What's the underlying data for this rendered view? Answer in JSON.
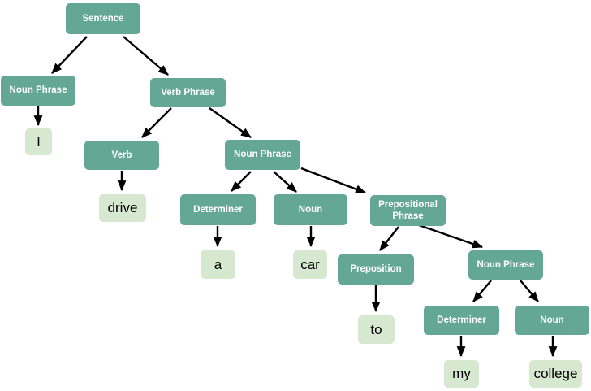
{
  "nodes": {
    "sentence": "Sentence",
    "np1": "Noun Phrase",
    "vp": "Verb Phrase",
    "verb": "Verb",
    "np2": "Noun Phrase",
    "det1": "Determiner",
    "noun1": "Noun",
    "pp": "Prepositional Phrase",
    "prep": "Preposition",
    "np3": "Noun Phrase",
    "det2": "Determiner",
    "noun2": "Noun",
    "leaf_i": "I",
    "leaf_drive": "drive",
    "leaf_a": "a",
    "leaf_car": "car",
    "leaf_to": "to",
    "leaf_my": "my",
    "leaf_college": "college"
  },
  "edges": [
    {
      "from": "sentence",
      "to": "np1"
    },
    {
      "from": "sentence",
      "to": "vp"
    },
    {
      "from": "np1",
      "to": "leaf_i"
    },
    {
      "from": "vp",
      "to": "verb"
    },
    {
      "from": "vp",
      "to": "np2"
    },
    {
      "from": "verb",
      "to": "leaf_drive"
    },
    {
      "from": "np2",
      "to": "det1"
    },
    {
      "from": "np2",
      "to": "noun1"
    },
    {
      "from": "np2",
      "to": "pp"
    },
    {
      "from": "det1",
      "to": "leaf_a"
    },
    {
      "from": "noun1",
      "to": "leaf_car"
    },
    {
      "from": "pp",
      "to": "prep"
    },
    {
      "from": "pp",
      "to": "np3"
    },
    {
      "from": "prep",
      "to": "leaf_to"
    },
    {
      "from": "np3",
      "to": "det2"
    },
    {
      "from": "np3",
      "to": "noun2"
    },
    {
      "from": "det2",
      "to": "leaf_my"
    },
    {
      "from": "noun2",
      "to": "leaf_college"
    }
  ],
  "colors": {
    "phrase_node_fill": "#63A794",
    "phrase_node_text": "#FFFFFF",
    "leaf_node_fill": "#D7E8D1",
    "leaf_node_text": "#000000",
    "arrow": "#000000",
    "background": "#FFFFFF"
  }
}
